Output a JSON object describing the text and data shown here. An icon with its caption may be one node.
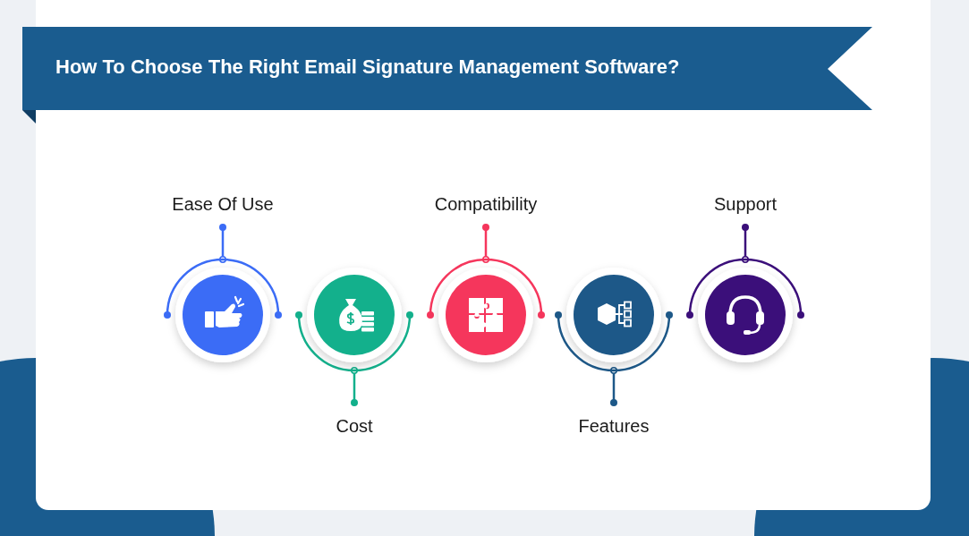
{
  "diagram": {
    "title": "How To Choose The Right Email Signature Management Software?",
    "nodes": [
      {
        "text": [
          "Ease Of Use"
        ]
      },
      {
        "text": [
          "Cost"
        ]
      },
      {
        "text": [
          "Compatibility"
        ]
      },
      {
        "text": [
          "Features"
        ]
      },
      {
        "text": [
          "Support"
        ]
      },
      {
        "text": [],
        "shape": "circle"
      },
      {
        "text": [],
        "shape": "circle"
      },
      {
        "text": [],
        "shape": "circle"
      },
      {
        "text": [],
        "shape": "circle"
      },
      {
        "text": [],
        "shape": "circle"
      }
    ],
    "edges": [
      {
        "from": 0,
        "to": 5,
        "arrow": "other",
        "color": "#3b6cf6"
      },
      {
        "from": 1,
        "to": 6,
        "arrow": "other",
        "color": "#13b08c"
      },
      {
        "from": 2,
        "to": 7,
        "arrow": "other",
        "color": "#f5365c"
      },
      {
        "from": 3,
        "to": 8,
        "arrow": "other",
        "color": "#1d5888"
      },
      {
        "from": 4,
        "to": 9,
        "arrow": "other",
        "color": "#3b0f7a"
      }
    ]
  }
}
